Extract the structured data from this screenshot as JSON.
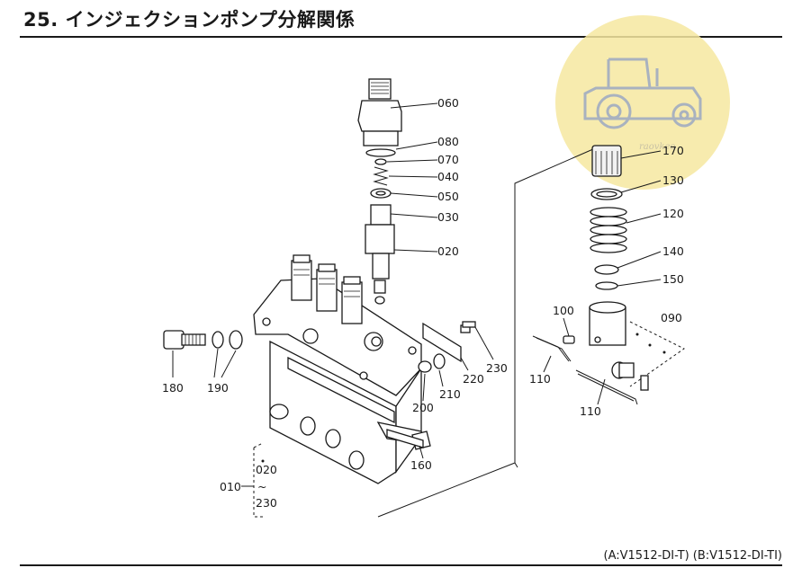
{
  "title": "25. インジェクションポンプ分解関係",
  "watermark": {
    "text": "raovkeo",
    "circle_color": "#f6e7a0",
    "tractor_color": "#a9b2bf"
  },
  "model_note": "(A:V1512-DI-T) (B:V1512-DI-TI)",
  "parts": {
    "p060": "060",
    "p080": "080",
    "p070": "070",
    "p040": "040",
    "p050": "050",
    "p030": "030",
    "p020": "020",
    "p170": "170",
    "p130": "130",
    "p120": "120",
    "p140": "140",
    "p150": "150",
    "p100": "100",
    "p090": "090",
    "p110a": "110",
    "p110b": "110",
    "p180": "180",
    "p190": "190",
    "p200": "200",
    "p210": "210",
    "p220": "220",
    "p230a": "230",
    "p160": "160",
    "p010": "010",
    "p020b": "020",
    "p230b": "230"
  },
  "range_mark": "~"
}
